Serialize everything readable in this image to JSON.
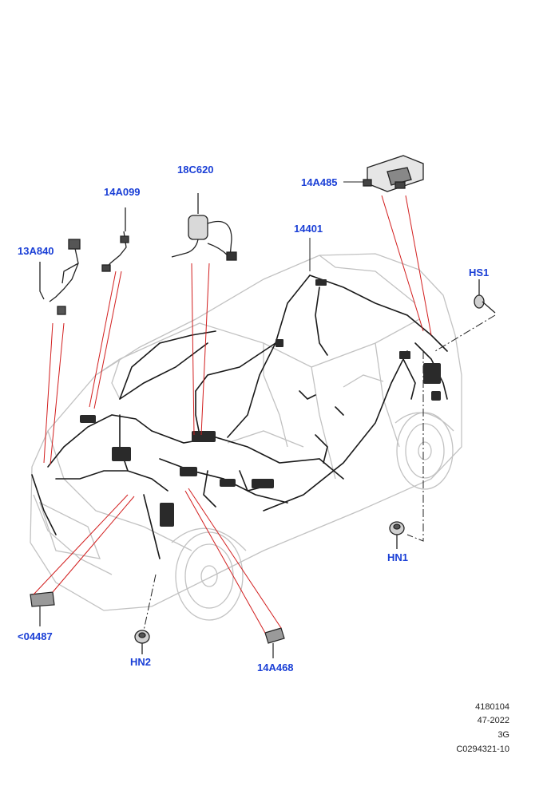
{
  "callouts": {
    "c18c620": "18C620",
    "c14a099": "14A099",
    "c14a485": "14A485",
    "c13a840": "13A840",
    "c14401": "14401",
    "hs1": "HS1",
    "hn1": "HN1",
    "c04487": "<04487",
    "hn2": "HN2",
    "c14a468": "14A468"
  },
  "reference": {
    "line1": "4180104",
    "line2": "47-2022",
    "line3": "3G",
    "line4": "C0294321-10"
  },
  "colors": {
    "callout_text": "#1a3fd6",
    "leader_red": "#d21e1e",
    "harness": "#1a1a1a",
    "vehicle_outline": "#bdbdbd"
  }
}
